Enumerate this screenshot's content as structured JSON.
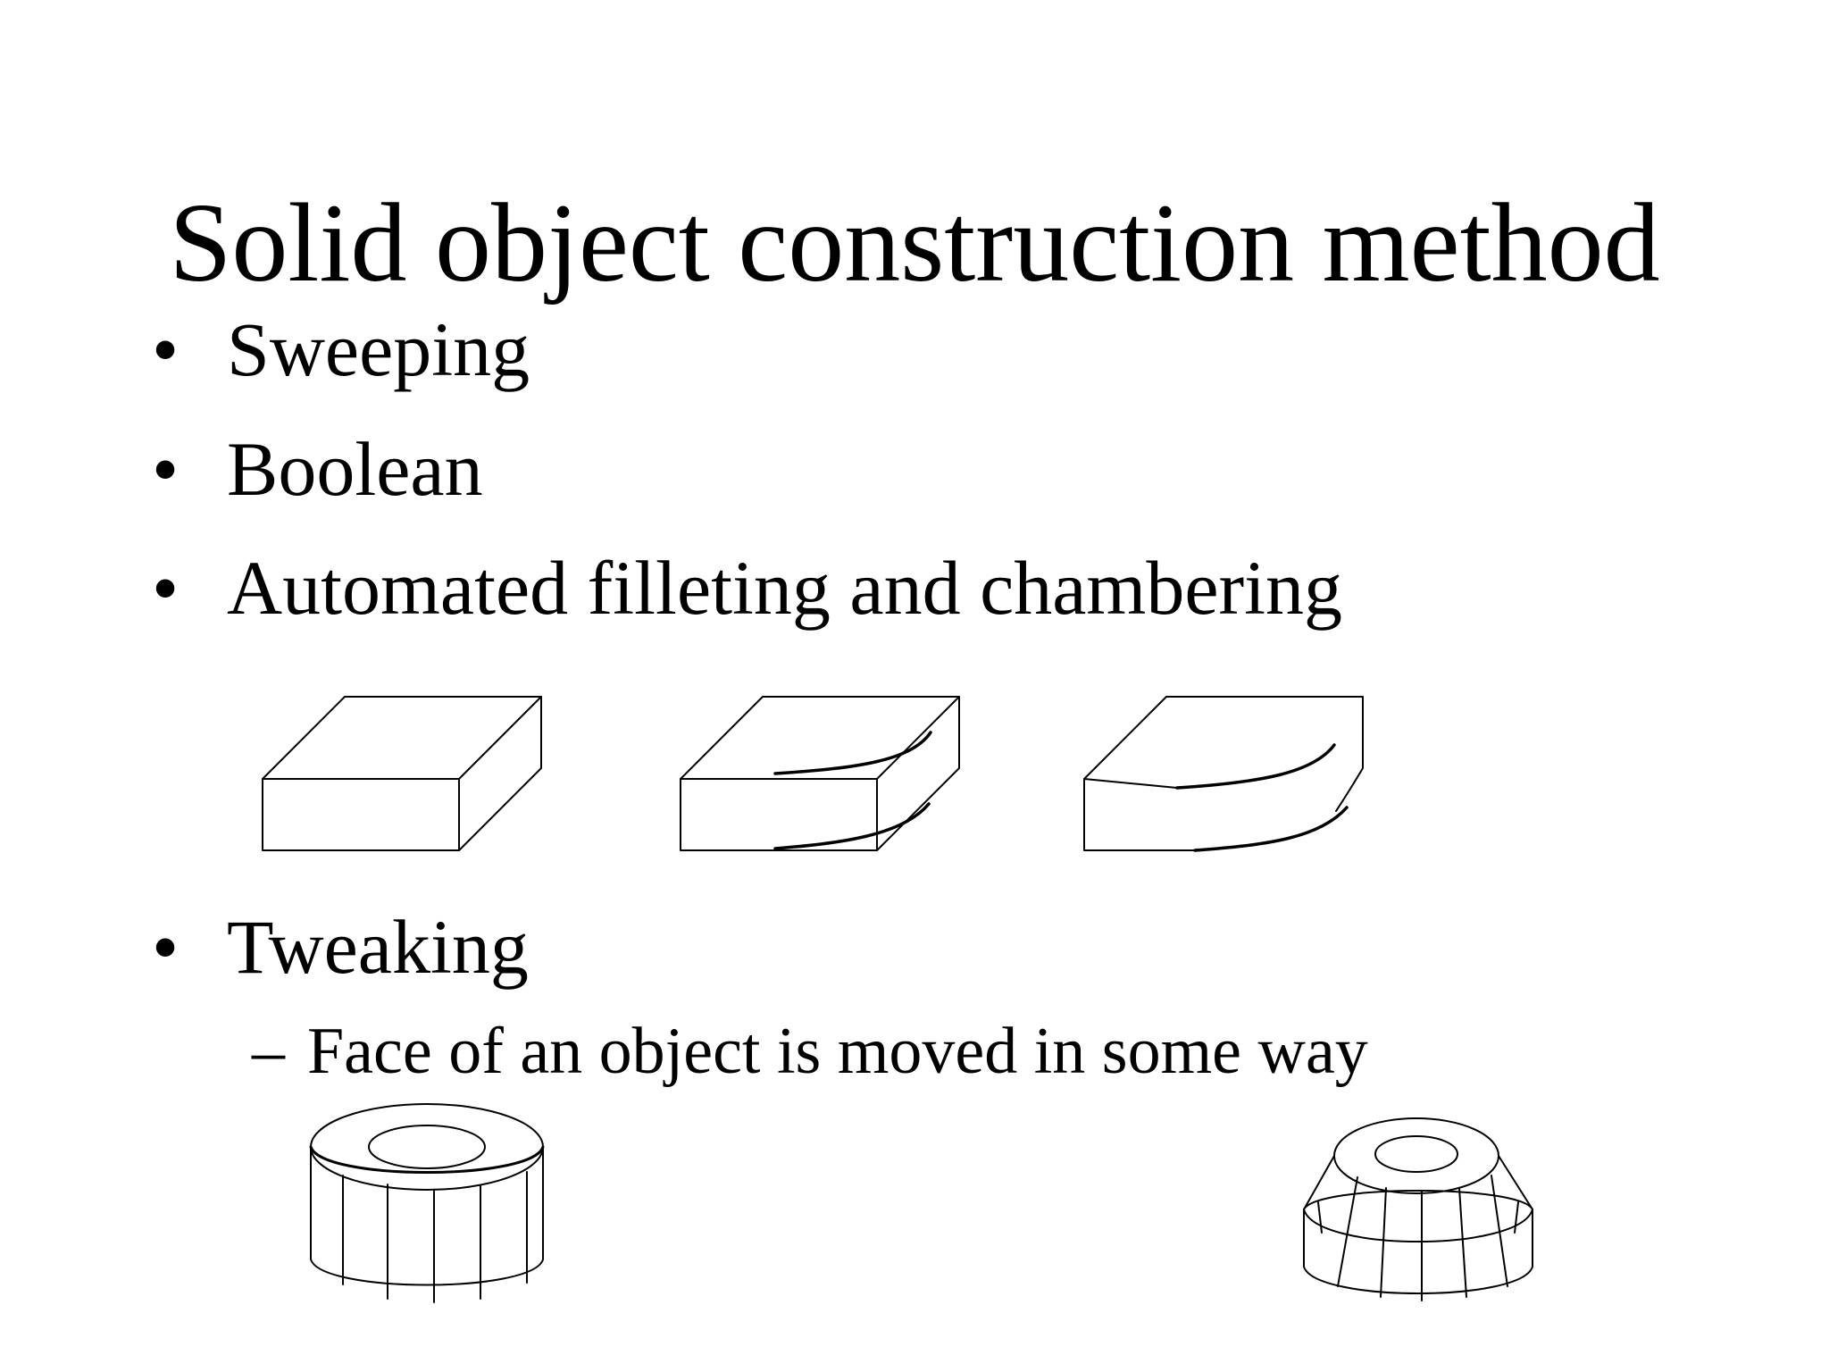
{
  "slide": {
    "title": "Solid object construction method",
    "bullets": [
      {
        "marker": "•",
        "text": "Sweeping"
      },
      {
        "marker": "•",
        "text": "Boolean"
      },
      {
        "marker": "•",
        "text": "Automated filleting and chambering"
      },
      {
        "marker": "•",
        "text": "Tweaking"
      }
    ],
    "sub_bullets": [
      {
        "marker": "–",
        "text": "Face of an object is moved in some way"
      }
    ]
  },
  "figures": {
    "filleting": [
      "box-before-fillet",
      "box-partial-fillet",
      "box-filleted-edge"
    ],
    "tweaking": [
      "cylindrical-ring",
      "tweaked-ring"
    ]
  }
}
